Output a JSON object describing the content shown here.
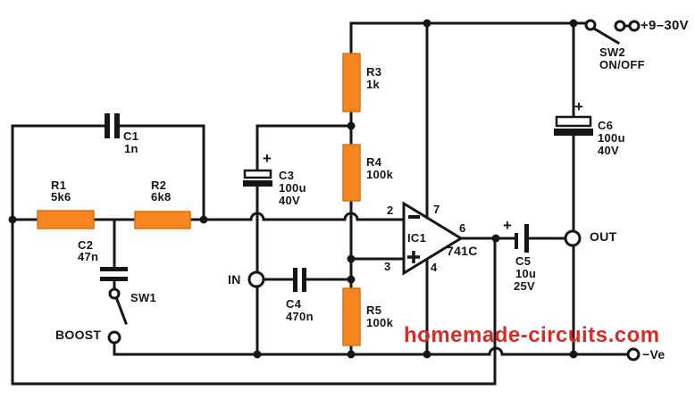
{
  "watermark": {
    "text": "homemade-circuits.com"
  },
  "power": {
    "positive_terminal": "+9–30V",
    "negative_terminal": "−Ve",
    "switch_ref": "SW2",
    "switch_label": "ON/OFF"
  },
  "io": {
    "input_label": "IN",
    "output_label": "OUT",
    "boost_label": "BOOST",
    "boost_switch_ref": "SW1"
  },
  "opamp": {
    "ref": "IC1",
    "part": "741C",
    "pins": {
      "inverting": "2",
      "non_inverting": "3",
      "v_plus": "7",
      "v_minus": "4",
      "output": "6"
    }
  },
  "polarity": {
    "plus": "+"
  },
  "resistors": {
    "r1": {
      "ref": "R1",
      "value": "5k6"
    },
    "r2": {
      "ref": "R2",
      "value": "6k8"
    },
    "r3": {
      "ref": "R3",
      "value": "1k"
    },
    "r4": {
      "ref": "R4",
      "value": "100k"
    },
    "r5": {
      "ref": "R5",
      "value": "100k"
    }
  },
  "capacitors": {
    "c1": {
      "ref": "C1",
      "value": "1n"
    },
    "c2": {
      "ref": "C2",
      "value": "47n"
    },
    "c3": {
      "ref": "C3",
      "value": "100u",
      "voltage": "40V"
    },
    "c4": {
      "ref": "C4",
      "value": "470n"
    },
    "c5": {
      "ref": "C5",
      "value": "10u",
      "voltage": "25V"
    },
    "c6": {
      "ref": "C6",
      "value": "100u",
      "voltage": "40V"
    }
  },
  "colors": {
    "resistor_fill": "#F6841F",
    "wire": "#161616",
    "watermark_red": "#D22E28",
    "background": "#FFFFFF"
  }
}
